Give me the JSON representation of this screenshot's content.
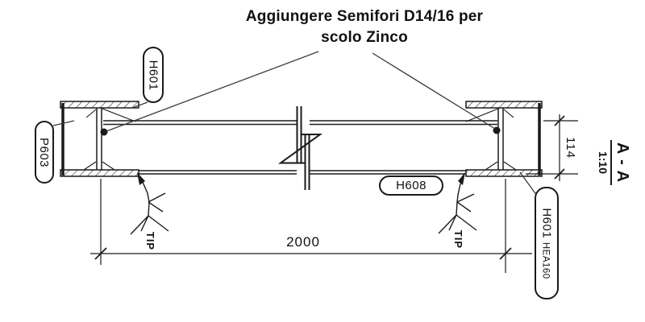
{
  "title": {
    "line1": "Aggiungere Semifori D14/16 per",
    "line2": "scolo Zinco"
  },
  "callouts": {
    "top_left": "H601",
    "end_plate": "P603",
    "main_beam": "H608",
    "bottom_right_id": "H601",
    "bottom_right_profile": "HEA160"
  },
  "weld_notes": {
    "left": "TIP",
    "right": "TIP"
  },
  "dimensions": {
    "length": "2000",
    "beam_height": "114"
  },
  "section_marker": {
    "name": "A - A",
    "scale": "1:10"
  },
  "colors": {
    "ink": "#1a1a1a",
    "paper": "#ffffff"
  }
}
